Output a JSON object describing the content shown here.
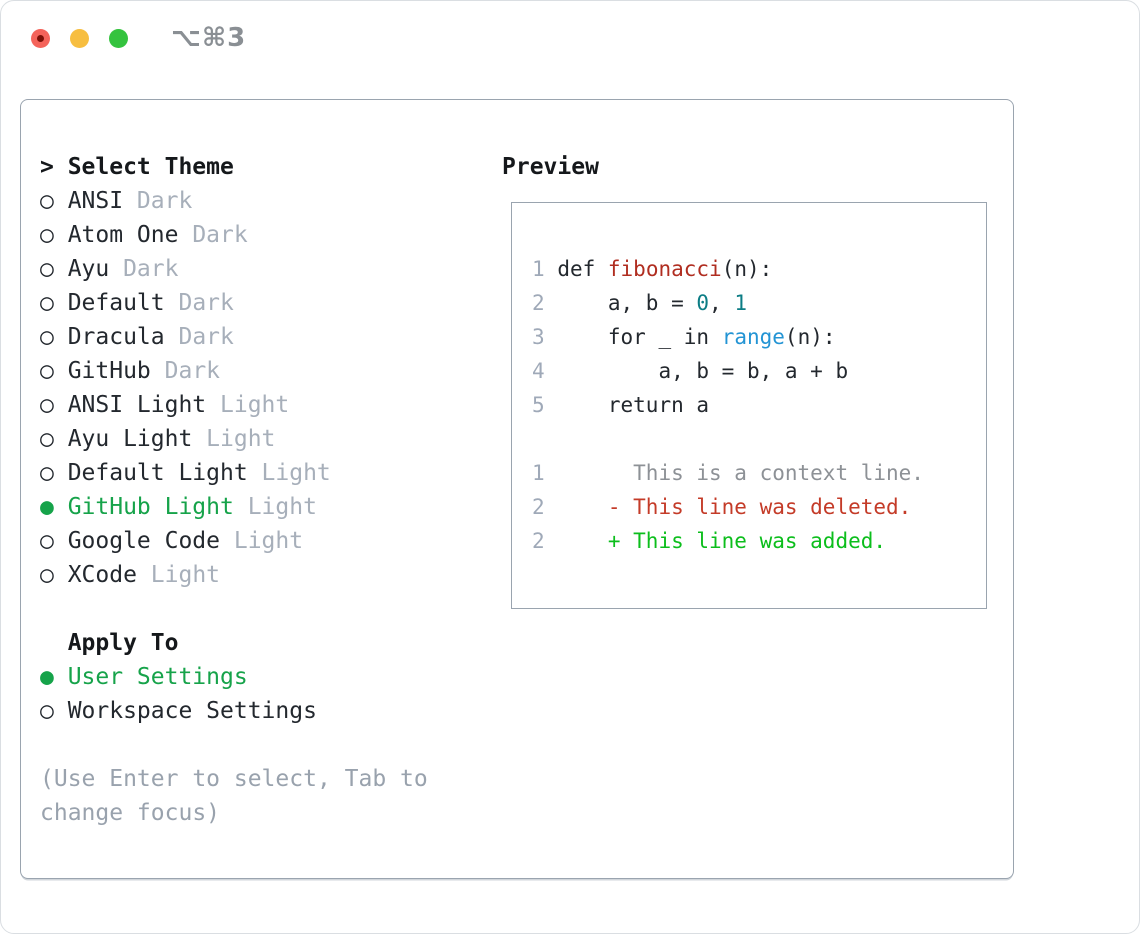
{
  "window": {
    "title": "⌥⌘3",
    "controls": [
      "close-icon",
      "minimize-icon",
      "zoom-icon"
    ]
  },
  "bullets": {
    "empty": "○",
    "filled": "●"
  },
  "theme_picker": {
    "prompt": ">",
    "title": "Select Theme",
    "items": [
      {
        "name": "ANSI",
        "variant": "Dark",
        "selected": false
      },
      {
        "name": "Atom One",
        "variant": "Dark",
        "selected": false
      },
      {
        "name": "Ayu",
        "variant": "Dark",
        "selected": false
      },
      {
        "name": "Default",
        "variant": "Dark",
        "selected": false
      },
      {
        "name": "Dracula",
        "variant": "Dark",
        "selected": false
      },
      {
        "name": "GitHub",
        "variant": "Dark",
        "selected": false
      },
      {
        "name": "ANSI Light",
        "variant": "Light",
        "selected": false
      },
      {
        "name": "Ayu Light",
        "variant": "Light",
        "selected": false
      },
      {
        "name": "Default Light",
        "variant": "Light",
        "selected": false
      },
      {
        "name": "GitHub Light",
        "variant": "Light",
        "selected": true
      },
      {
        "name": "Google Code",
        "variant": "Light",
        "selected": false
      },
      {
        "name": "XCode",
        "variant": "Light",
        "selected": false
      }
    ]
  },
  "apply_to": {
    "title": "Apply To",
    "options": [
      {
        "label": "User Settings",
        "selected": true
      },
      {
        "label": "Workspace Settings",
        "selected": false
      }
    ]
  },
  "hint": {
    "lines": [
      "(Use Enter to select, Tab to",
      "change focus)"
    ]
  },
  "preview": {
    "title": "Preview",
    "lines": [
      [
        {
          "text": "1",
          "style": "lineno"
        },
        {
          "text": " ",
          "style": "plain"
        },
        {
          "text": "def ",
          "style": "keyword"
        },
        {
          "text": "fibonacci",
          "style": "function"
        },
        {
          "text": "(n):",
          "style": "plain"
        }
      ],
      [
        {
          "text": "2",
          "style": "lineno"
        },
        {
          "text": "     a, b = ",
          "style": "plain"
        },
        {
          "text": "0",
          "style": "number"
        },
        {
          "text": ", ",
          "style": "plain"
        },
        {
          "text": "1",
          "style": "number"
        }
      ],
      [
        {
          "text": "3",
          "style": "lineno"
        },
        {
          "text": "     ",
          "style": "plain"
        },
        {
          "text": "for",
          "style": "keyword"
        },
        {
          "text": " _ ",
          "style": "plain"
        },
        {
          "text": "in",
          "style": "keyword"
        },
        {
          "text": " ",
          "style": "plain"
        },
        {
          "text": "range",
          "style": "builtin"
        },
        {
          "text": "(n):",
          "style": "plain"
        }
      ],
      [
        {
          "text": "4",
          "style": "lineno"
        },
        {
          "text": "         a, b = b, a + b",
          "style": "plain"
        }
      ],
      [
        {
          "text": "5",
          "style": "lineno"
        },
        {
          "text": "     ",
          "style": "plain"
        },
        {
          "text": "return",
          "style": "keyword"
        },
        {
          "text": " a",
          "style": "plain"
        }
      ],
      [],
      [
        {
          "text": "1",
          "style": "lineno"
        },
        {
          "text": "       This is a context line.",
          "style": "context"
        }
      ],
      [
        {
          "text": "2",
          "style": "lineno"
        },
        {
          "text": "     - This line was deleted.",
          "style": "deleted"
        }
      ],
      [
        {
          "text": "2",
          "style": "lineno"
        },
        {
          "text": "     + This line was added.",
          "style": "added"
        }
      ]
    ]
  },
  "colors": {
    "accent_green": "#16a34a",
    "added_green": "#0cbe1c",
    "deleted_red": "#c43b28",
    "function_red": "#b02d20",
    "number_teal": "#0c7d85",
    "builtin_blue": "#2394d4",
    "text_dark": "#23282e",
    "muted_gray": "#a7afba",
    "hint_gray": "#99a2ad",
    "line_number_gray": "#9fa9b8",
    "context_gray": "#8d9196",
    "border_gray": "#9aa4af",
    "title_gray": "#8a8f94",
    "traffic_red": "#f4635a",
    "traffic_yellow": "#f7be40",
    "traffic_green": "#34c33e"
  }
}
